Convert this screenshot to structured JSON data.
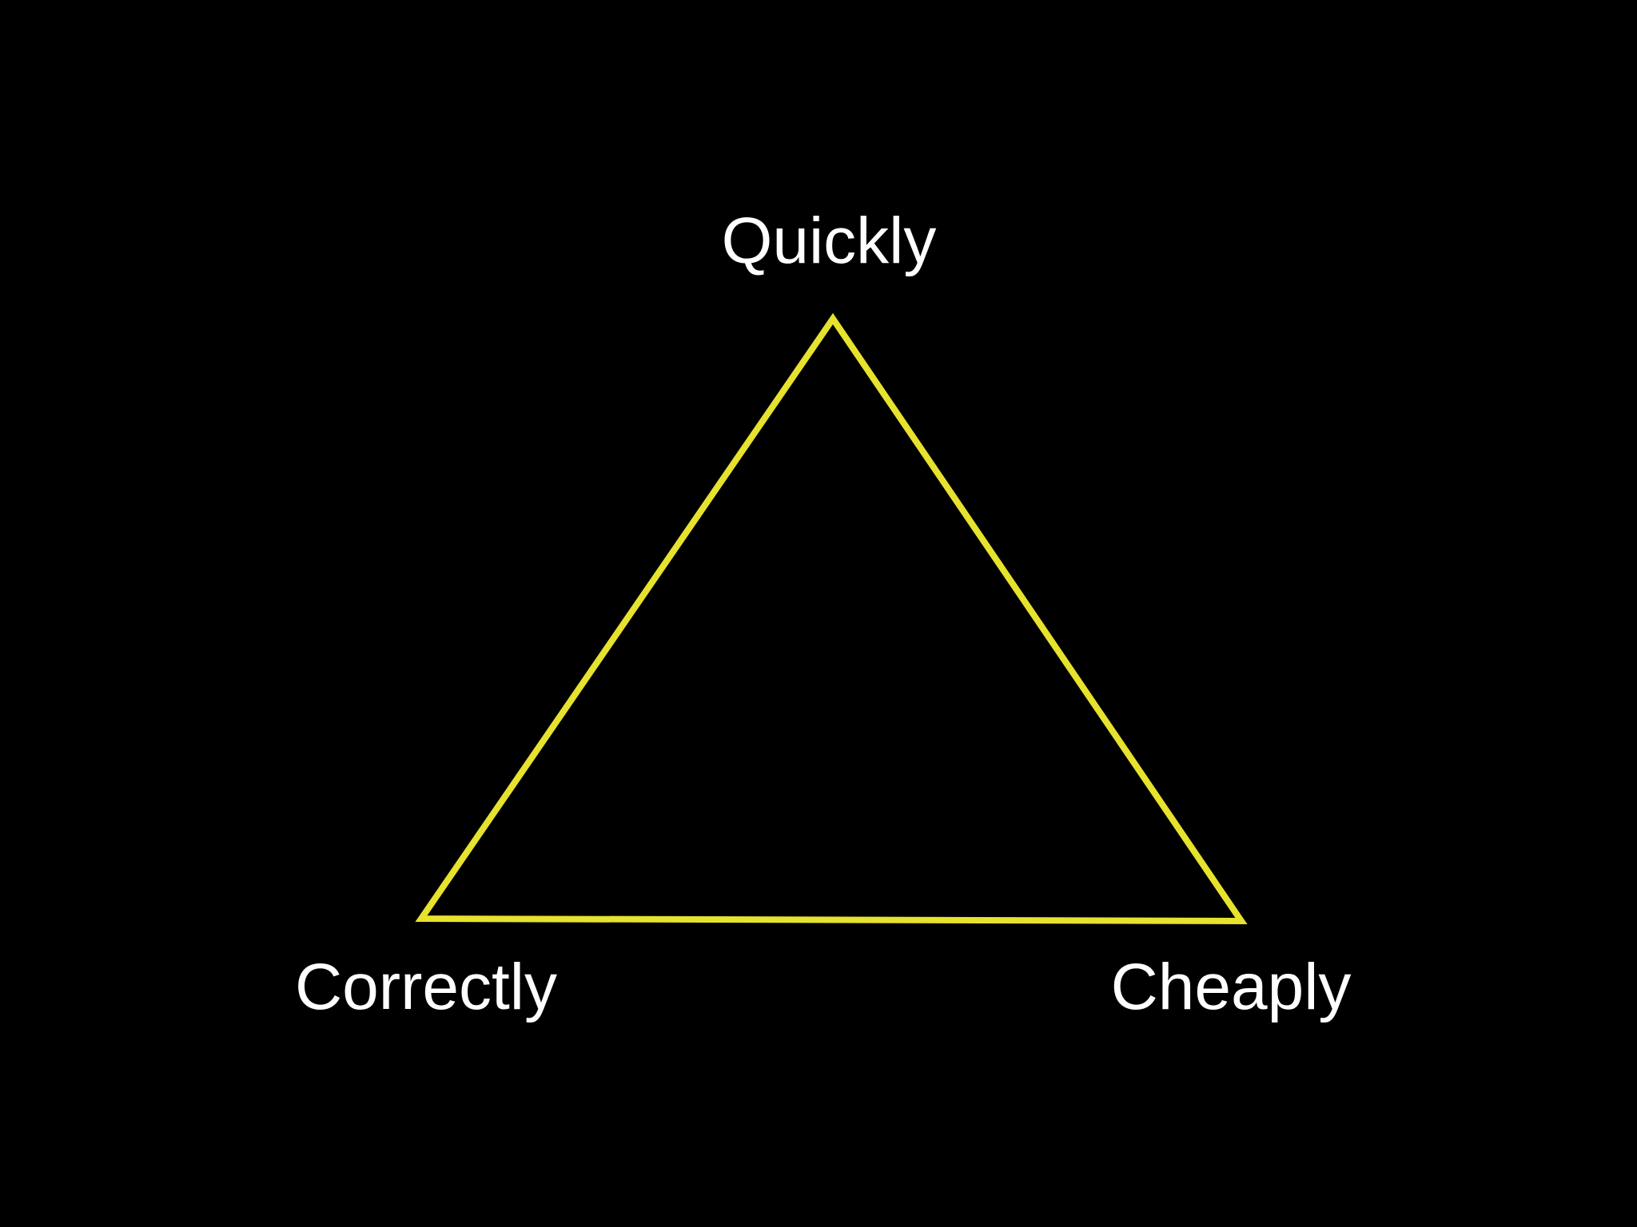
{
  "diagram": {
    "labels": {
      "top": "Quickly",
      "bottom_left": "Correctly",
      "bottom_right": "Cheaply"
    },
    "colors": {
      "background": "#000000",
      "triangle_stroke": "#e6e22e",
      "label_text": "#ffffff"
    }
  }
}
